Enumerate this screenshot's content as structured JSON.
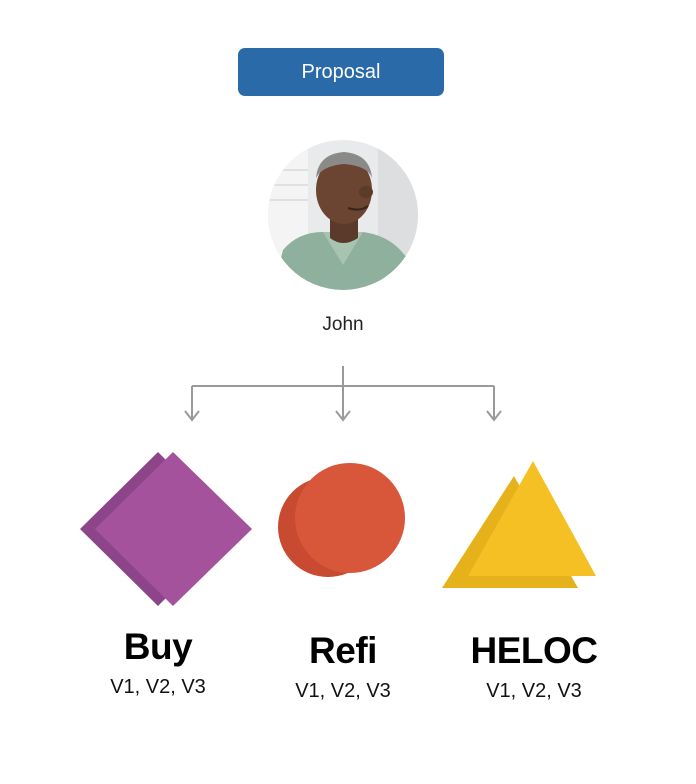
{
  "header": {
    "proposal_label": "Proposal"
  },
  "person": {
    "name": "John"
  },
  "options": [
    {
      "label": "Buy",
      "versions": "V1, V2, V3",
      "shape": "diamond-icon",
      "color": "#a3529b",
      "shadow_color": "#8c4588"
    },
    {
      "label": "Refi",
      "versions": "V1, V2, V3",
      "shape": "circle-icon",
      "color": "#d8563a",
      "shadow_color": "#c84a31"
    },
    {
      "label": "HELOC",
      "versions": "V1, V2, V3",
      "shape": "triangle-icon",
      "color": "#f4c024",
      "shadow_color": "#e5b21c"
    }
  ],
  "colors": {
    "proposal_bg": "#2b6aa8",
    "connector": "#9a9a9a"
  }
}
